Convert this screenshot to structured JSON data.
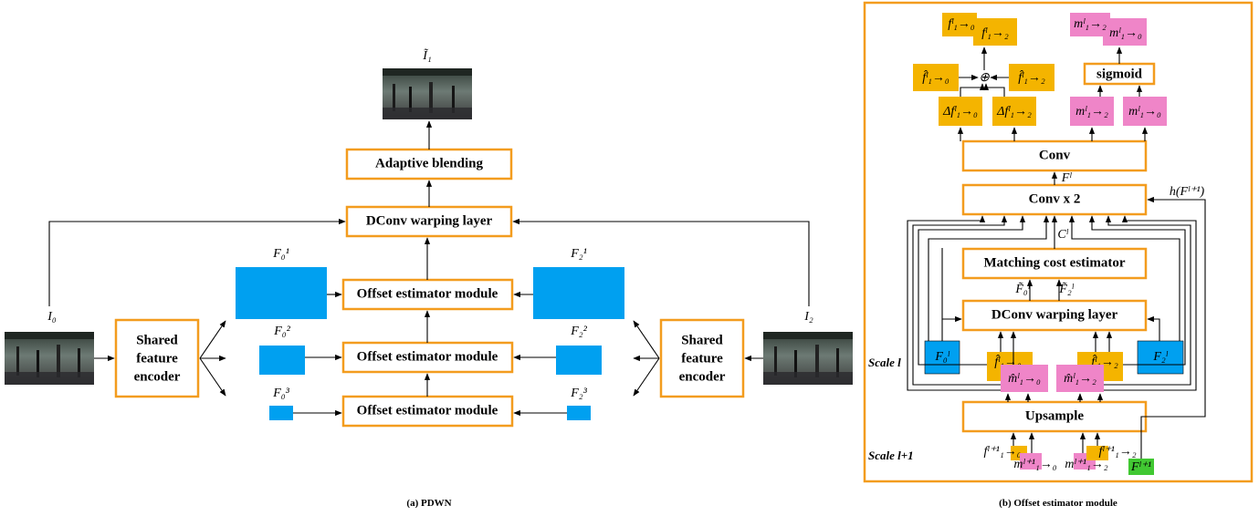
{
  "pdwn": {
    "caption": "(a) PDWN",
    "adaptive_blending": "Adaptive blending",
    "dconv_warping": "DConv warping layer",
    "offset_module": "Offset estimator module",
    "shared_encoder": [
      "Shared",
      "feature",
      "encoder"
    ],
    "i_tilde": "Ĩ₁",
    "i0": "I₀",
    "i2": "I₂",
    "f01": "F₀¹",
    "f02": "F₀²",
    "f03": "F₀³",
    "f21": "F₂¹",
    "f22": "F₂²",
    "f23": "F₂³"
  },
  "offset": {
    "caption": "(b) Offset estimator module",
    "sigmoid": "sigmoid",
    "conv": "Conv",
    "conv_x2": "Conv x 2",
    "matching": "Matching cost estimator",
    "dconv": "DConv warping layer",
    "upsample": "Upsample",
    "scale_l": "Scale l",
    "scale_l1": "Scale l+1",
    "f_l": "Fˡ",
    "c_l": "Cˡ",
    "h": "h(Fˡ⁺¹)",
    "ft0": "F̃₀ˡ",
    "ft2": "F̃₂ˡ",
    "F0l": "F₀ˡ",
    "F2l": "F₂ˡ",
    "out_f10": "fˡ₁→₀",
    "out_f12": "fˡ₁→₂",
    "out_m12": "mˡ₁→₂",
    "out_m10": "mˡ₁→₀",
    "fh10": "f̂ˡ₁→₀",
    "fh12": "f̂ˡ₁→₂",
    "df10": "Δfˡ₁→₀",
    "df12": "Δfˡ₁→₂",
    "m12": "mˡ₁→₂",
    "m10": "mˡ₁→₀",
    "in_fh10": "f̂ˡ₁→₀",
    "in_fh12": "f̂ˡ₁→₂",
    "in_mh10": "m̂ˡ₁→₀",
    "in_mh12": "m̂ˡ₁→₂",
    "s_f10": "fˡ⁺¹₁→₀",
    "s_m10": "mˡ⁺¹₁→₀",
    "s_m12": "mˡ⁺¹₁→₂",
    "s_f12": "fˡ⁺¹₁→₂",
    "s_F": "Fˡ⁺¹",
    "plus": "⊕"
  },
  "colors": {
    "box_border": "#f39c1e",
    "feature_blue": "#00a0f0",
    "flow_gold": "#f4b400",
    "mask_pink": "#ef85c8",
    "feature_green": "#41c832"
  }
}
